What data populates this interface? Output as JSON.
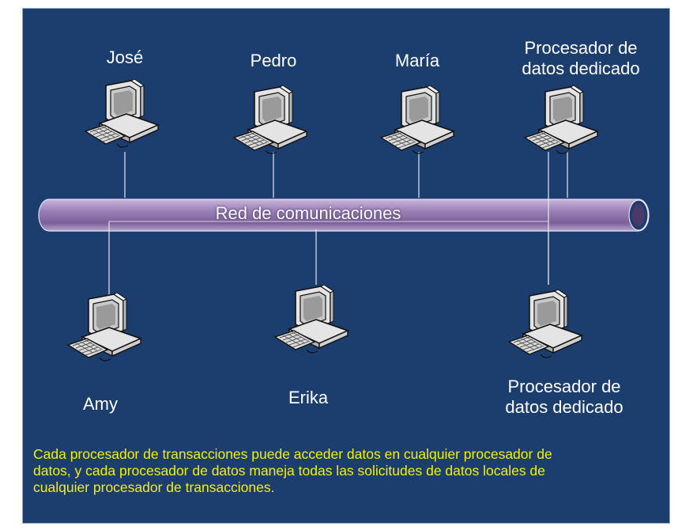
{
  "diagram": {
    "bus_label": "Red de comunicaciones",
    "nodes_top": [
      {
        "id": "jose",
        "label": "José"
      },
      {
        "id": "pedro",
        "label": "Pedro"
      },
      {
        "id": "maria",
        "label": "María"
      },
      {
        "id": "procesador-top",
        "label": "Procesador de\ndatos dedicado"
      }
    ],
    "nodes_bottom": [
      {
        "id": "amy",
        "label": "Amy"
      },
      {
        "id": "erika",
        "label": "Erika"
      },
      {
        "id": "procesador-bottom",
        "label": "Procesador de\ndatos dedicado"
      }
    ],
    "caption": "Cada procesador de transacciones puede acceder datos en cualquier procesador de\ndatos, y cada procesador de datos maneja todas las solicitudes de datos locales de\ncualquier procesador de transacciones."
  },
  "colors": {
    "background": "#1c3e6f",
    "bus": "#8a6fa6",
    "caption": "#f4f000",
    "text": "#ffffff"
  },
  "icons": [
    "desktop-computer-icon"
  ]
}
